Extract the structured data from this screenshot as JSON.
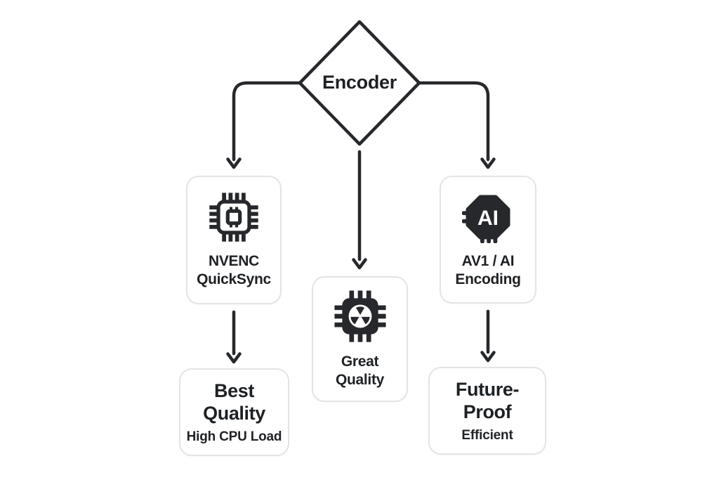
{
  "page": {
    "title": "Encoder selection flowchart",
    "background": "#ffffff"
  },
  "colors": {
    "ink": "#26282c",
    "text": "#1e2124",
    "box_border": "#e4e4e5"
  },
  "root": {
    "label": "Encoder"
  },
  "branches": {
    "nvenc": {
      "title": "NVENC\nQuickSync",
      "icon": "cpu-chip-outline-icon"
    },
    "great_quality": {
      "title": "Great\nQuality",
      "icon": "gpu-chip-filled-icon"
    },
    "av1": {
      "title": "AV1 / AI\nEncoding",
      "icon": "ai-chip-icon",
      "icon_text": "AI"
    },
    "best_quality": {
      "title": "Best\nQuality",
      "subtitle": "High CPU Load"
    },
    "future_proof": {
      "title": "Future-\nProof",
      "subtitle": "Efficient"
    }
  }
}
